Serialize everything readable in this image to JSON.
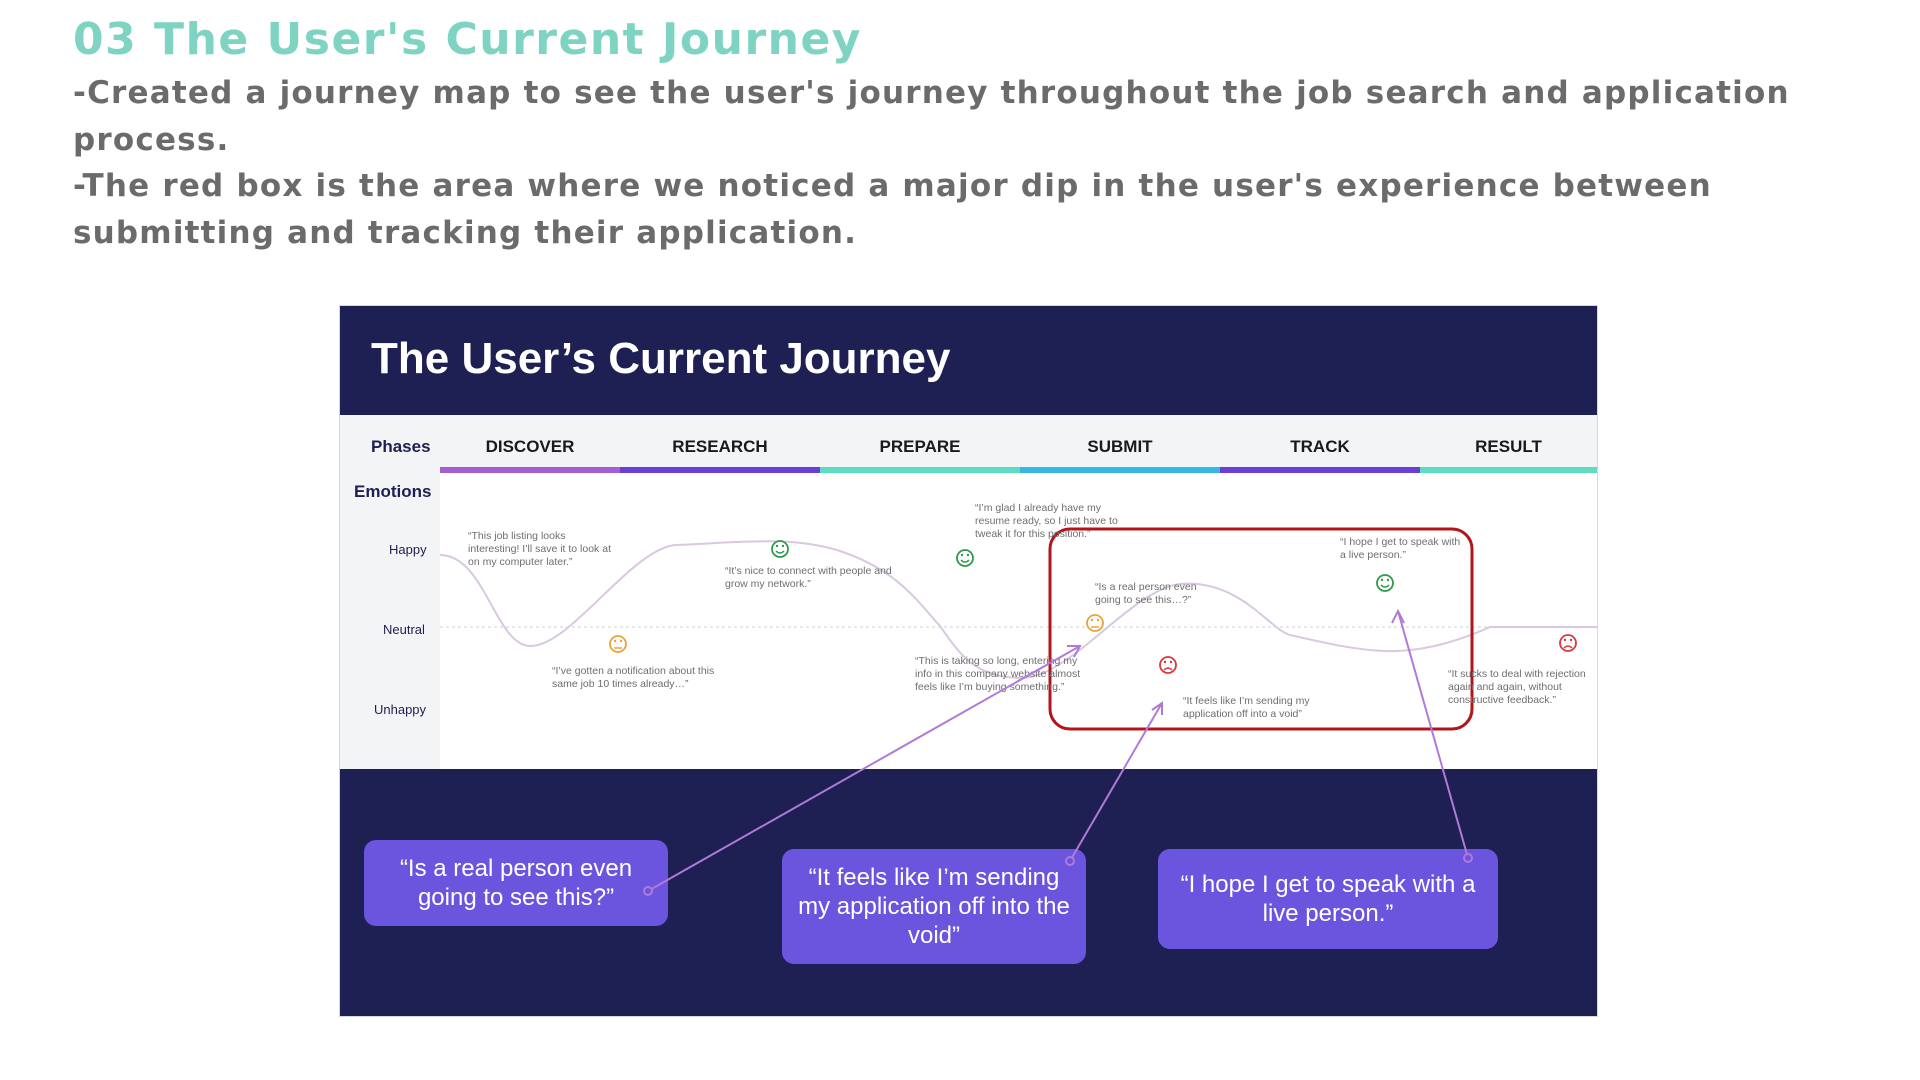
{
  "page": {
    "title": "03 The User's Current Journey",
    "paragraph1": "-Created a journey map to see the user's journey throughout the job search and application process.",
    "paragraph2": "-The red box is the area where we noticed a major dip in the user's experience between submitting and tracking their application."
  },
  "slide": {
    "title": "The User’s Current Journey",
    "phases_label": "Phases",
    "emotions_label": "Emotions",
    "levels": {
      "happy": "Happy",
      "neutral": "Neutral",
      "unhappy": "Unhappy"
    },
    "phases": [
      {
        "label": "DISCOVER",
        "color": "#a35fd3"
      },
      {
        "label": "RESEARCH",
        "color": "#6a3fd6"
      },
      {
        "label": "PREPARE",
        "color": "#5cdcc1"
      },
      {
        "label": "SUBMIT",
        "color": "#36b8e4"
      },
      {
        "label": "TRACK",
        "color": "#6a3fd6"
      },
      {
        "label": "RESULT",
        "color": "#5cdcc1"
      }
    ],
    "quotes": [
      "“This job listing looks interesting! I’ll save it to look at on my computer later.”",
      "“I’ve gotten a notification about this same job 10 times already…”",
      "“It’s nice to connect with people and grow my network.”",
      "“This is taking so long, entering my info in this company website almost feels like I’m buying something.”",
      "“I’m glad I already have my resume ready, so I just have to tweak it for this position.”",
      "“Is a real person even going to see this…?”",
      "“It feels like I’m sending my application off into a void”",
      "“I hope I get to speak with a live person.”",
      "“It sucks to deal with rejection again and again, without constructive feedback.”"
    ],
    "emotion_points": [
      {
        "phase": "DISCOVER",
        "emotion": "neutral",
        "face": "neutral-face-icon",
        "color": "#e8a33c"
      },
      {
        "phase": "RESEARCH",
        "emotion": "happy",
        "face": "happy-face-icon",
        "color": "#2e9a4c"
      },
      {
        "phase": "PREPARE",
        "emotion": "happy",
        "face": "happy-face-icon",
        "color": "#2e9a4c"
      },
      {
        "phase": "SUBMIT",
        "emotion": "neutral",
        "face": "neutral-face-icon",
        "color": "#e8a33c"
      },
      {
        "phase": "SUBMIT",
        "emotion": "unhappy",
        "face": "sad-face-icon",
        "color": "#d9393b"
      },
      {
        "phase": "TRACK",
        "emotion": "happy",
        "face": "happy-face-icon",
        "color": "#2e9a4c"
      },
      {
        "phase": "RESULT",
        "emotion": "unhappy",
        "face": "sad-face-icon",
        "color": "#d9393b"
      }
    ],
    "highlight_color": "#b1141b",
    "callouts": [
      "“Is a real person even going to see this?”",
      "“It feels like I’m sending my application off into the void”",
      "“I hope I get to speak with a live person.”"
    ]
  },
  "colors": {
    "accent": "#7fd3c3",
    "body_text": "#6b6b6b",
    "slide_bg": "#1e1f52",
    "callout_bg": "#6b55de",
    "connector": "#b07ad8"
  }
}
